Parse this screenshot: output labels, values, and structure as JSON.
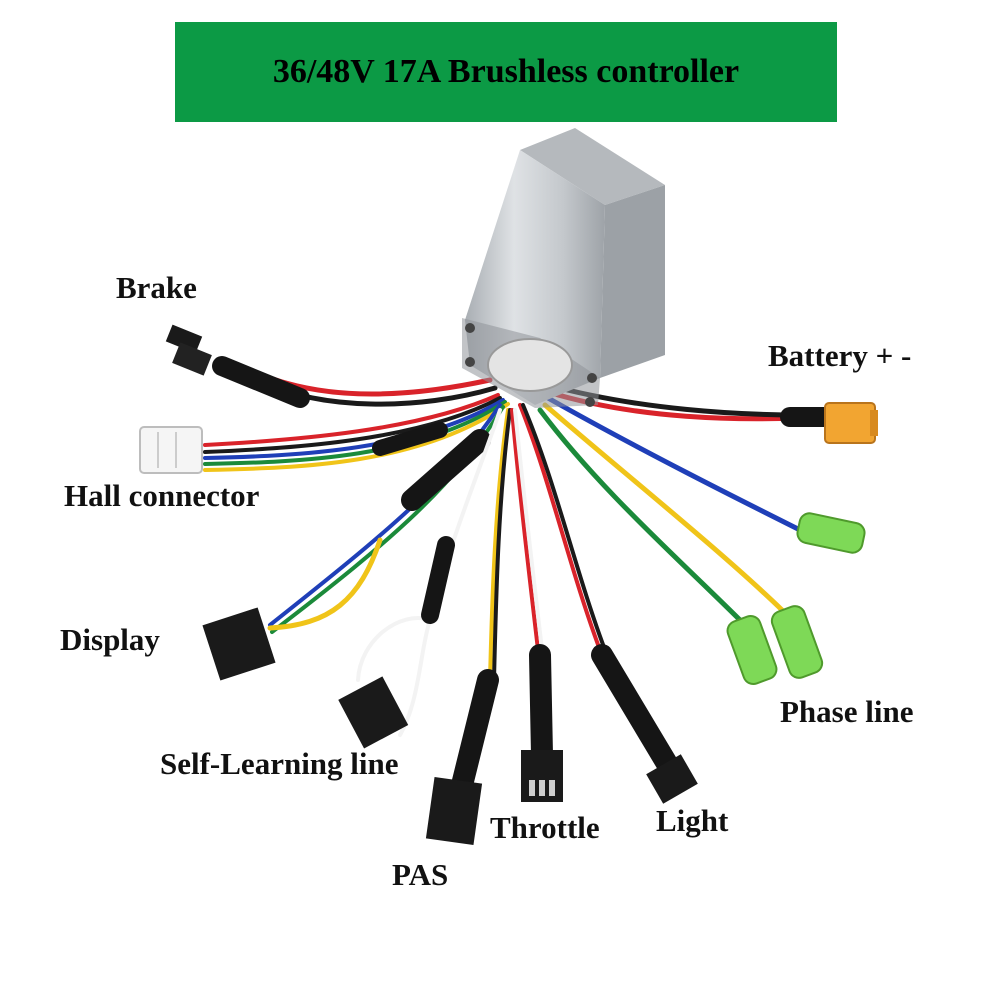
{
  "title": "36/48V 17A Brushless controller",
  "colors": {
    "banner": "#0c9a45",
    "housing": "#c9cdd1",
    "wire_red": "#d9232a",
    "wire_black": "#1a1a1a",
    "wire_blue": "#1f3fb8",
    "wire_green": "#1b8a3a",
    "wire_yellow": "#f0c419",
    "wire_white": "#f3f3f3",
    "connector_xt60": "#f2a531",
    "connector_bullet": "#7ed957"
  },
  "labels": {
    "brake": "Brake",
    "battery": "Battery + -",
    "hall": "Hall connector",
    "display": "Display",
    "phase": "Phase line",
    "self_learning": "Self-Learning line",
    "throttle": "Throttle",
    "light": "Light",
    "pas": "PAS"
  }
}
